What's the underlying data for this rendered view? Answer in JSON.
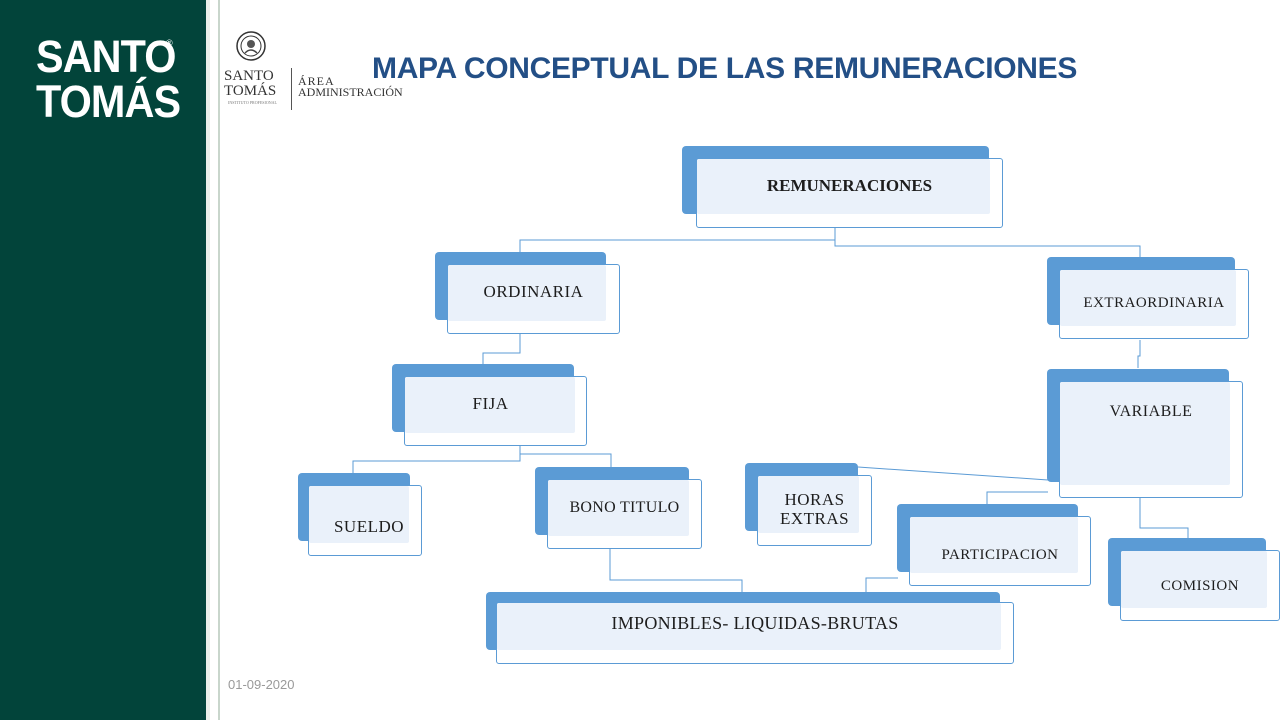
{
  "brand": {
    "line1": "SANTO",
    "line2": "TOMÁS",
    "reg": "®"
  },
  "logo": {
    "santo": "SANTO",
    "tomas": "TOMÁS",
    "sub": "INSTITUTO PROFESIONAL",
    "area": "ÁREA",
    "admin": "ADMINISTRACIÓN"
  },
  "title": "MAPA CONCEPTUAL  DE LAS REMUNERACIONES",
  "date": "01-09-2020",
  "nodes": {
    "remuneraciones": "REMUNERACIONES",
    "ordinaria": "ORDINARIA",
    "extraordinaria": "EXTRAORDINARIA",
    "fija": "FIJA",
    "variable": "VARIABLE",
    "sueldo": "SUELDO",
    "bono_titulo": "BONO TITULO",
    "horas_extras": "HORAS EXTRAS",
    "participacion": "PARTICIPACION",
    "comision": "COMISION",
    "imponibles": "IMPONIBLES-  LIQUIDAS-BRUTAS"
  },
  "colors": {
    "sidebar": "#02443a",
    "title": "#234f86",
    "node_accent": "#5b9bd5",
    "node_fill": "#eaf1fa"
  }
}
